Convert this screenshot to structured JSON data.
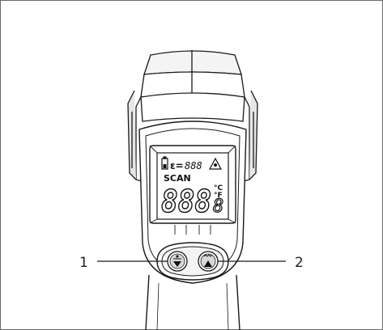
{
  "display": {
    "emissivity_symbol": "ε=",
    "emissivity_value": "888",
    "mode_label": "SCAN",
    "temperature_main": "888",
    "temperature_decimal": "8",
    "unit_celsius": "°C",
    "unit_fahrenheit": "°F"
  },
  "callouts": [
    {
      "label": "1"
    },
    {
      "label": "2"
    }
  ],
  "colors": {
    "outline": "#1a1a1a",
    "body_light": "#ffffff",
    "body_shade": "#d9d9d9",
    "frame": "#6b6b6b"
  },
  "icons": {
    "left_button": "emissivity-down-icon",
    "right_button": "unit-light-up-icon",
    "battery": "battery-icon",
    "laser_warning": "laser-warning-icon"
  }
}
